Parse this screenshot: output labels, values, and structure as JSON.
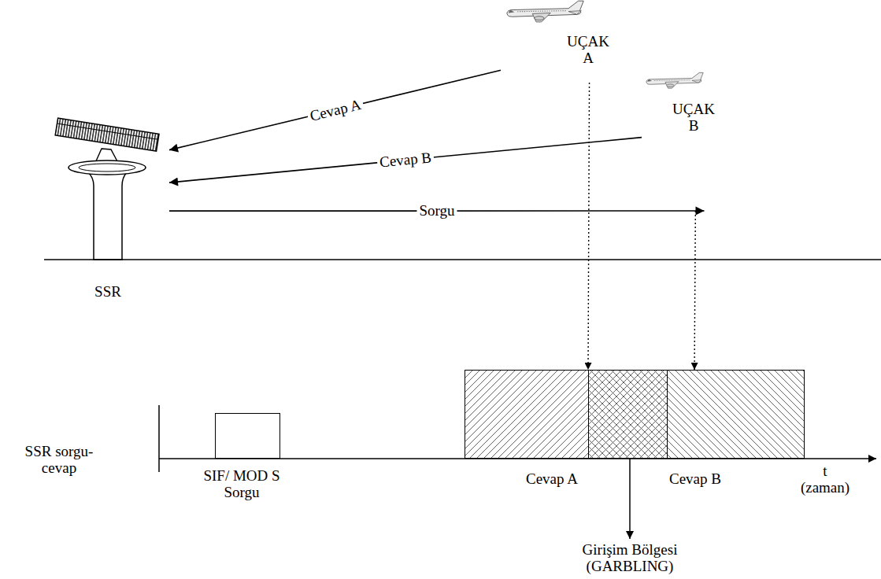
{
  "diagram": {
    "nodes": [
      {
        "text": [
          "UÇAK A"
        ]
      },
      {
        "text": [
          "UÇAK B"
        ]
      },
      {
        "text": [
          "SSR"
        ]
      },
      {
        "text": [
          "SIF/ MOD S Sorgu"
        ]
      },
      {
        "text": [
          "Cevap A"
        ]
      },
      {
        "text": [
          "Cevap B"
        ]
      }
    ],
    "edges": [
      {
        "from": 0,
        "to": 2,
        "arrow": "to",
        "label": "Cevap A"
      },
      {
        "from": 1,
        "to": 2,
        "arrow": "to",
        "label": "Cevap B"
      },
      {
        "from": 2,
        "to": 1,
        "arrow": "to",
        "label": "Sorgu"
      },
      {
        "from": 0,
        "to": 4,
        "arrow": "to"
      },
      {
        "from": 1,
        "to": 5,
        "arrow": "to"
      }
    ],
    "labels": [
      "SSR sorgu- cevap",
      "t (zaman)",
      "Girişim Bölgesi (GARBLING)"
    ]
  }
}
